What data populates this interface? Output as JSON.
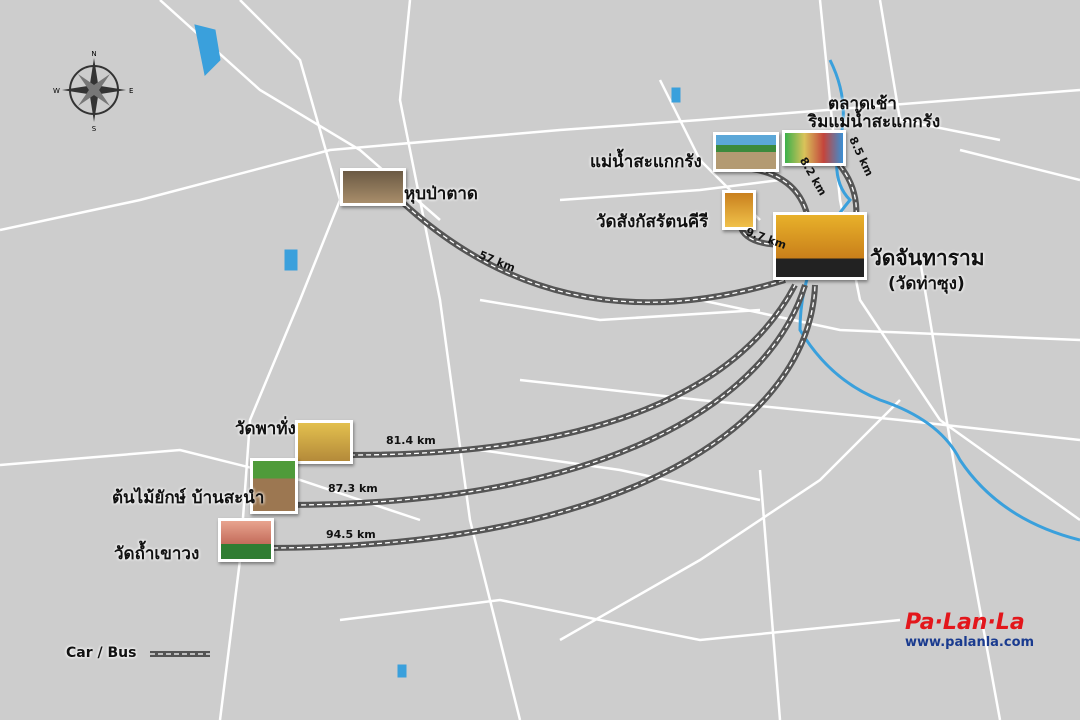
{
  "colors": {
    "background": "#cdcdcd",
    "road": "#ffffff",
    "water": "#3aa0dc",
    "route": "#555555",
    "brand_red": "#e3161b",
    "brand_blue": "#1a3b8f"
  },
  "compass": {
    "n": "N",
    "s": "S",
    "e": "E",
    "w": "W"
  },
  "places": {
    "hub": {
      "name": "วัดจันทาราม",
      "alt": "(วัดท่าซุง)"
    },
    "thup_pa_tat": "หุบป่าตาด",
    "river": "แม่น้ำสะแกกรัง",
    "market_line1": "ตลาดเช้า",
    "market_line2": "ริมแม่น้ำสะแกกรัง",
    "wat_sangkat": "วัดสังกัสรัตนคีรี",
    "wat_pha_thang": "วัดพาทั่ง",
    "giant_tree": "ต้นไม้ยักษ์  บ้านสะนำ",
    "wat_tham_khao_wong": "วัดถ้ำเขาวง"
  },
  "distances": {
    "thup_pa_tat": "57 km",
    "river": "8.2 km",
    "market": "8.5 km",
    "wat_sangkat": "9.7 km",
    "wat_pha_thang": "81.4 km",
    "giant_tree": "87.3 km",
    "wat_tham_khao_wong": "94.5 km"
  },
  "legend": {
    "label": "Car / Bus"
  },
  "logo": {
    "brand": "Pa·Lan·La",
    "url": "www.palanla.com"
  }
}
